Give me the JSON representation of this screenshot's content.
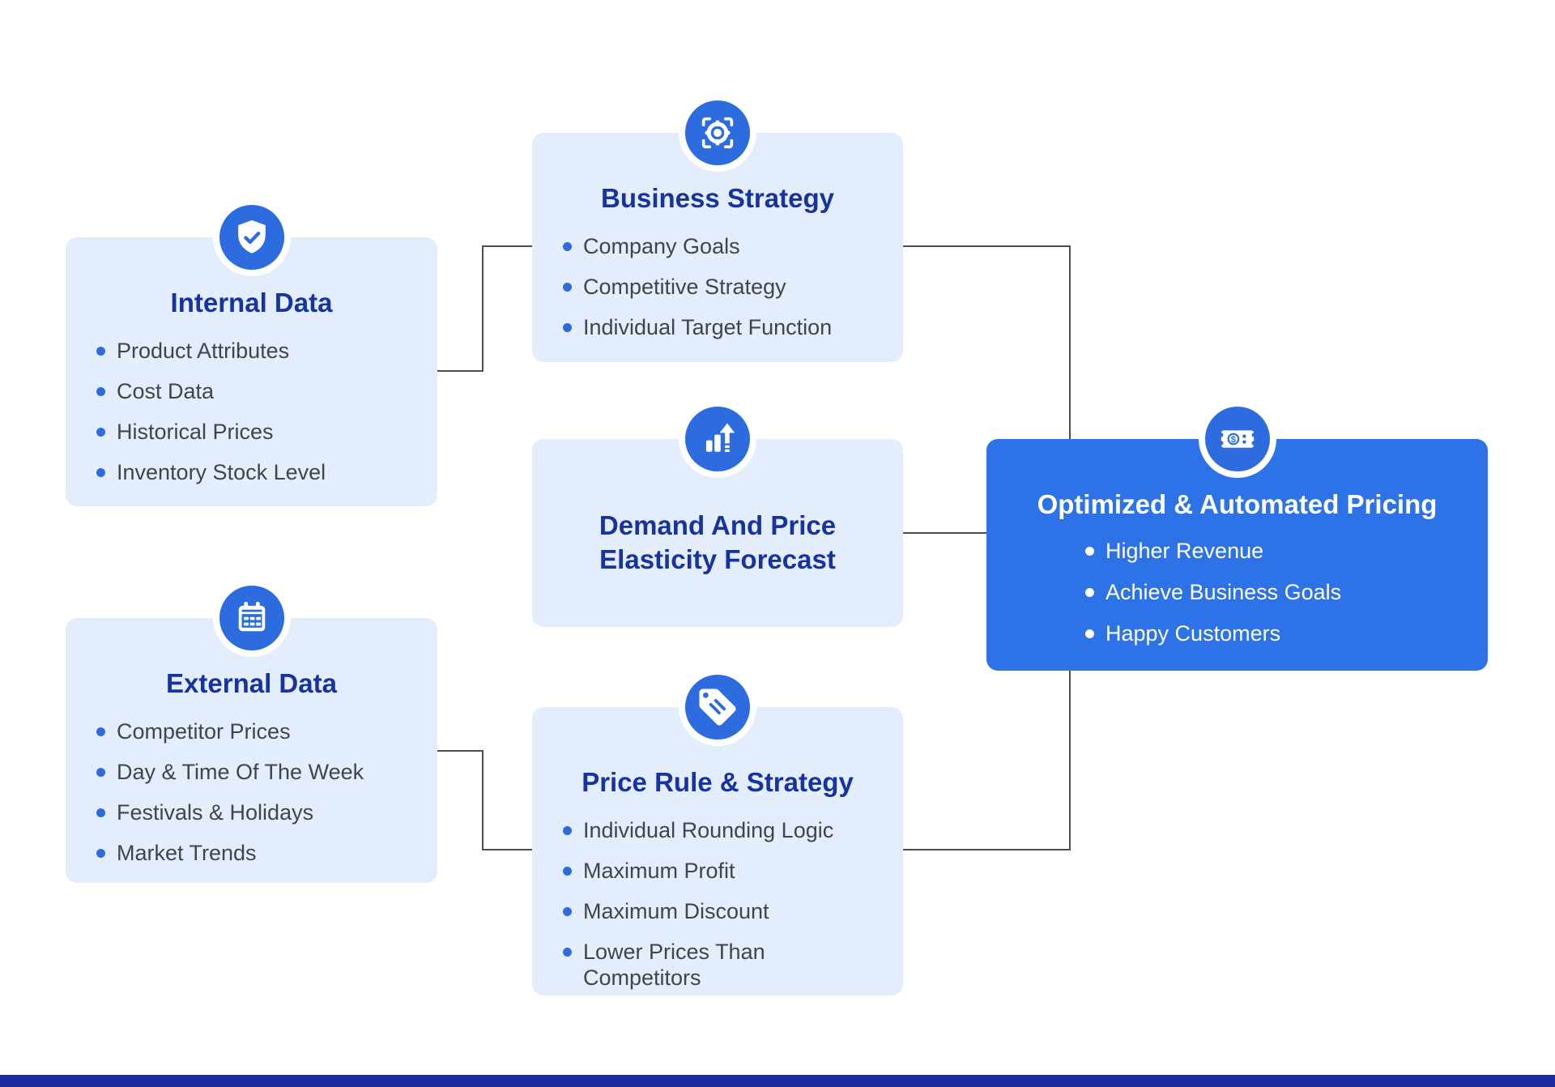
{
  "diagram": {
    "cards": [
      {
        "id": "internal-data",
        "icon": "shield-check-icon",
        "title": "Internal Data",
        "items": [
          "Product Attributes",
          "Cost Data",
          "Historical Prices",
          "Inventory Stock Level"
        ]
      },
      {
        "id": "external-data",
        "icon": "calendar-icon",
        "title": "External Data",
        "items": [
          "Competitor Prices",
          "Day & Time Of The Week",
          "Festivals & Holidays",
          "Market Trends"
        ]
      },
      {
        "id": "business-strategy",
        "icon": "target-focus-icon",
        "title": "Business Strategy",
        "items": [
          "Company Goals",
          "Competitive Strategy",
          "Individual Target Function"
        ]
      },
      {
        "id": "demand-forecast",
        "icon": "bar-chart-up-icon",
        "title": "Demand And Price Elasticity Forecast",
        "items": []
      },
      {
        "id": "price-rule-strategy",
        "icon": "price-tag-icon",
        "title": "Price Rule & Strategy",
        "items": [
          "Individual Rounding Logic",
          "Maximum Profit",
          "Maximum Discount",
          "Lower Prices Than Competitors"
        ]
      },
      {
        "id": "optimized-pricing",
        "icon": "money-ticket-icon",
        "title": "Optimized & Automated Pricing",
        "items": [
          "Higher Revenue",
          "Achieve Business Goals",
          "Happy Customers"
        ]
      }
    ],
    "colors": {
      "accent_blue": "#2c6cdf",
      "card_background": "#e4edfb",
      "highlight_card_background": "#2d72e6",
      "title_text": "#16339e",
      "body_text": "#3f454d",
      "connector_line": "#4a4e54",
      "footer_bar": "#1c2ba0"
    }
  }
}
